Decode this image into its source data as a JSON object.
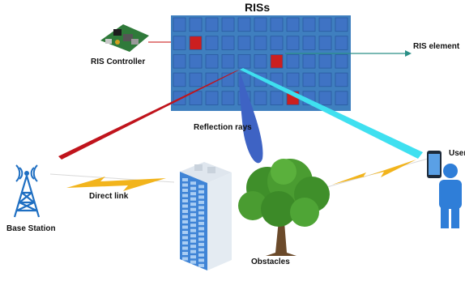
{
  "title": "RISs",
  "labels": {
    "ris_controller": "RIS Controller",
    "ris_element": "RIS element",
    "reflection_rays": "Reflection rays",
    "direct_link": "Direct link",
    "base_station": "Base Station",
    "obstacles": "Obstacles",
    "user": "User"
  },
  "colors": {
    "ris_frame": "#3f7fbf",
    "ris_cell": "#3f73c4",
    "ris_cell_active": "#cc1f1f",
    "ray_red": "#c0141c",
    "ray_blue": "#3e63c4",
    "ray_cyan": "#3fe0f0",
    "lightning": "#f2b41c",
    "base_station": "#1f6fc2",
    "user": "#2f7ed8",
    "building": "#3f84d6",
    "tree_green": "#3f8f2a",
    "arrow": "#2a8f86"
  },
  "icons": {
    "controller": "circuit-board-icon",
    "base_station": "cell-tower-icon",
    "user": "person-icon",
    "phone": "smartphone-icon",
    "building": "building-icon",
    "tree": "tree-icon"
  }
}
